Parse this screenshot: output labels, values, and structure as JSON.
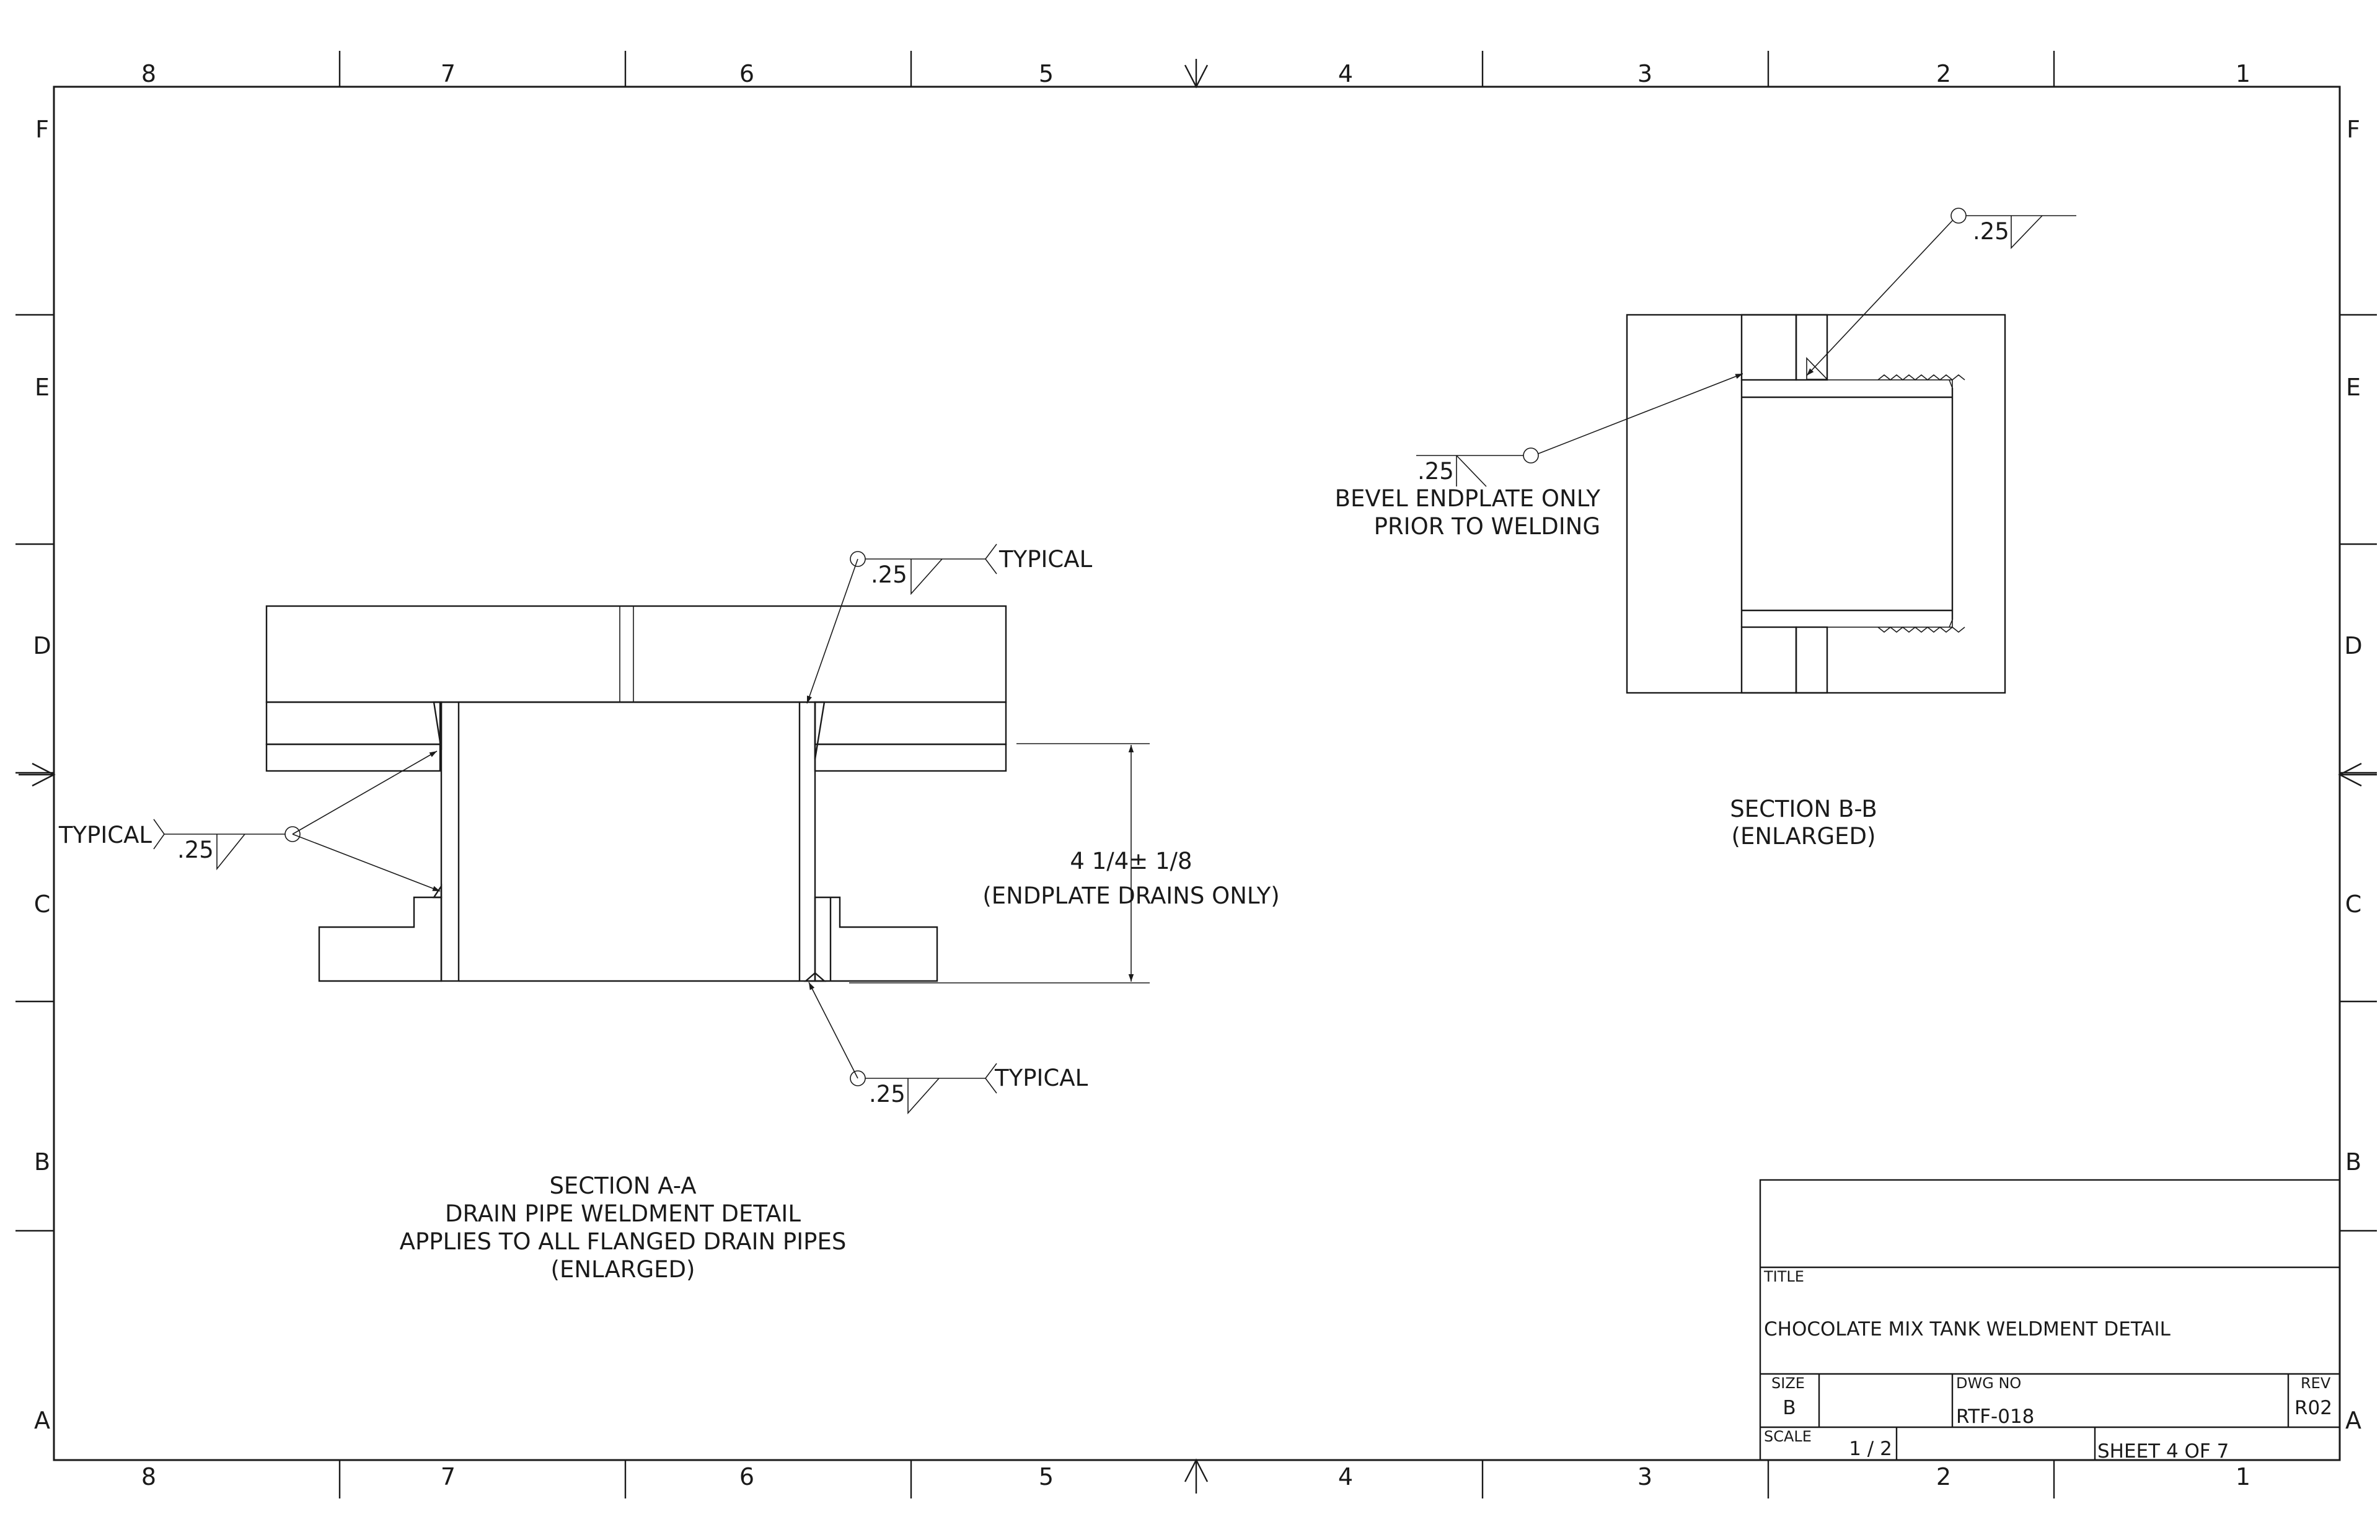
{
  "border": {
    "columns": [
      "8",
      "7",
      "6",
      "5",
      "4",
      "3",
      "2",
      "1"
    ],
    "rows": [
      "F",
      "E",
      "D",
      "C",
      "B",
      "A"
    ]
  },
  "section_a": {
    "weld_callouts": [
      {
        "size": ".25",
        "note": "TYPICAL"
      },
      {
        "size": ".25",
        "note": "TYPICAL"
      },
      {
        "size": ".25",
        "note": "TYPICAL"
      }
    ],
    "dimension": {
      "value": "4 1/4± 1/8",
      "note": "(ENDPLATE DRAINS ONLY)"
    },
    "caption": [
      "SECTION A-A",
      "DRAIN PIPE WELDMENT DETAIL",
      "APPLIES TO ALL FLANGED DRAIN PIPES",
      "(ENLARGED)"
    ]
  },
  "section_b": {
    "weld_callouts": [
      {
        "size": ".25"
      },
      {
        "size": ".25",
        "note_lines": [
          "BEVEL ENDPLATE ONLY",
          "PRIOR TO WELDING"
        ]
      }
    ],
    "caption": [
      "SECTION B-B",
      "(ENLARGED)"
    ]
  },
  "title_block": {
    "title_label": "TITLE",
    "title": "CHOCOLATE MIX TANK WELDMENT DETAIL",
    "size_label": "SIZE",
    "size": "B",
    "dwg_no_label": "DWG NO",
    "dwg_no": "RTF-018",
    "rev_label": "REV",
    "rev": "R02",
    "scale_label": "SCALE",
    "scale": "1 / 2",
    "sheet": "SHEET 4  OF 7"
  }
}
